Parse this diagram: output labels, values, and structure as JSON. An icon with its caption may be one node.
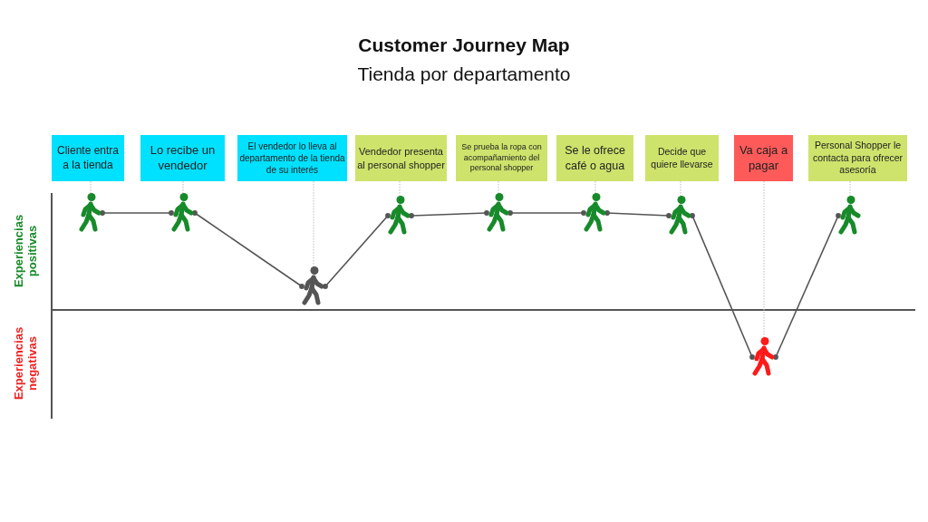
{
  "diagram": {
    "title": "Customer Journey Map",
    "nodes": [
      {
        "text": [
          "Cliente entra a la tienda"
        ]
      },
      {
        "text": [
          "Lo recibe un vendedor"
        ]
      },
      {
        "text": [
          "El vendedor lo lleva al departamento de la tienda de su interés"
        ]
      },
      {
        "text": [
          "Vendedor presenta al personal shopper"
        ]
      },
      {
        "text": [
          "Se prueba la ropa con acompañamiento del personal shopper"
        ]
      },
      {
        "text": [
          "Se le ofrece café o agua"
        ]
      },
      {
        "text": [
          "Decide que quiere llevarse"
        ]
      },
      {
        "text": [
          "Va caja a pagar"
        ]
      },
      {
        "text": [
          "Personal Shopper le contacta para ofrecer asesoría"
        ]
      },
      {
        "text": [],
        "shape": "person"
      },
      {
        "text": [],
        "shape": "person"
      },
      {
        "text": [],
        "shape": "person"
      },
      {
        "text": [],
        "shape": "person"
      },
      {
        "text": [],
        "shape": "person"
      },
      {
        "text": [],
        "shape": "person"
      },
      {
        "text": [],
        "shape": "person"
      },
      {
        "text": [],
        "shape": "person"
      },
      {
        "text": [],
        "shape": "person"
      }
    ],
    "edges": [
      {
        "from": 0,
        "to": 9,
        "arrow": "none",
        "style": "dashed"
      },
      {
        "from": 1,
        "to": 10,
        "arrow": "none",
        "style": "dashed"
      },
      {
        "from": 2,
        "to": 11,
        "arrow": "none",
        "style": "dashed"
      },
      {
        "from": 3,
        "to": 12,
        "arrow": "none",
        "style": "dashed"
      },
      {
        "from": 4,
        "to": 13,
        "arrow": "none",
        "style": "dashed"
      },
      {
        "from": 5,
        "to": 14,
        "arrow": "none",
        "style": "dashed"
      },
      {
        "from": 6,
        "to": 15,
        "arrow": "none",
        "style": "dashed"
      },
      {
        "from": 7,
        "to": 16,
        "arrow": "none",
        "style": "dashed"
      },
      {
        "from": 8,
        "to": 17,
        "arrow": "none",
        "style": "dashed"
      },
      {
        "from": 9,
        "to": 10,
        "arrow": "other",
        "color": "#555555"
      },
      {
        "from": 10,
        "to": 11,
        "arrow": "other",
        "color": "#555555"
      },
      {
        "from": 11,
        "to": 12,
        "arrow": "other",
        "color": "#555555"
      },
      {
        "from": 12,
        "to": 13,
        "arrow": "other",
        "color": "#555555"
      },
      {
        "from": 13,
        "to": 14,
        "arrow": "other",
        "color": "#555555"
      },
      {
        "from": 14,
        "to": 15,
        "arrow": "other",
        "color": "#555555"
      },
      {
        "from": 15,
        "to": 16,
        "arrow": "other",
        "color": "#555555"
      },
      {
        "from": 16,
        "to": 17,
        "arrow": "other",
        "color": "#555555"
      }
    ],
    "labels": [
      "Tienda por departamento",
      "Experiencias positivas",
      "Experiencias negativas"
    ]
  }
}
